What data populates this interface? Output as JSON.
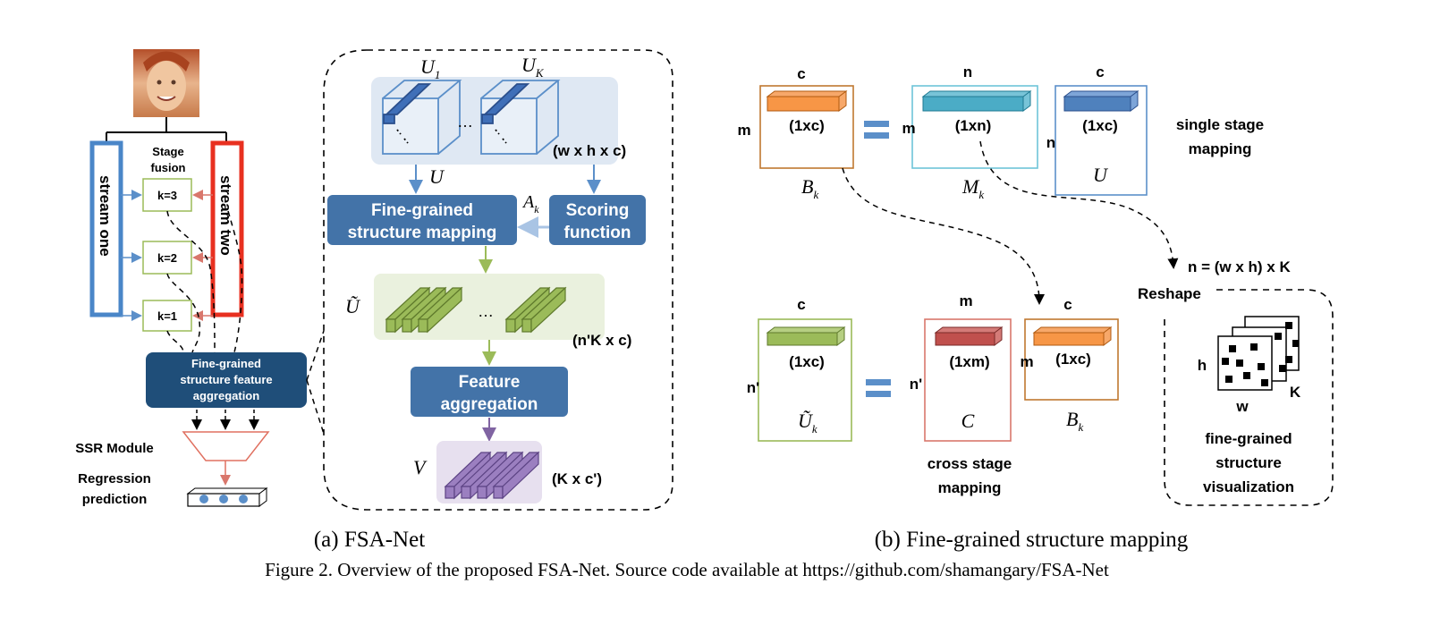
{
  "panel_a": {
    "caption": "(a) FSA-Net",
    "stage_fusion_1": "Stage",
    "stage_fusion_2": "fusion",
    "stream_one": "stream one",
    "stream_two": "stream two",
    "k3": "k=3",
    "k2": "k=2",
    "k1": "k=1",
    "agg_1": "Fine-grained",
    "agg_2": "structure feature",
    "agg_3": "aggregation",
    "ssr_module": "SSR Module",
    "regression_1": "Regression",
    "regression_2": "prediction",
    "u1_label": "U",
    "u1_sub": "1",
    "uk_label": "U",
    "uk_sub": "K",
    "whc": "(w x h x c)",
    "u_label": "U",
    "ak_label": "A",
    "ak_sub": "k",
    "fg_map_1": "Fine-grained",
    "fg_map_2": "structure mapping",
    "score_1": "Scoring",
    "score_2": "function",
    "utilde_label": "Ũ",
    "nk_c": "(n'K x c)",
    "feat_agg_1": "Feature",
    "feat_agg_2": "aggregation",
    "v_label": "V",
    "k_c": "(K x c')",
    "ellipsis": "…"
  },
  "panel_b": {
    "caption": "(b) Fine-grained structure mapping",
    "c": "c",
    "n": "n",
    "m": "m",
    "n_prime": "n'",
    "one_c": "(1xc)",
    "one_n": "(1xn)",
    "one_m": "(1xm)",
    "bk": "B",
    "mk": "M",
    "k_sub": "k",
    "u": "U",
    "c_matrix": "C",
    "utilde_k": "Ũ",
    "single_1": "single stage",
    "single_2": "mapping",
    "cross_1": "cross stage",
    "cross_2": "mapping",
    "n_formula": "n = (w x h) x K",
    "reshape": "Reshape",
    "h": "h",
    "w": "w",
    "K": "K",
    "vis_1": "fine-grained",
    "vis_2": "structure",
    "vis_3": "visualization"
  },
  "figure_caption": "Figure 2.  Overview of the proposed FSA-Net. Source code available at https://github.com/shamangary/FSA-Net",
  "colors": {
    "stream_one": "#4a86c8",
    "stream_two": "#e83020",
    "box_blue": "#4373a8",
    "dark_navy": "#1f4e79",
    "green_box": "#9bbb59",
    "orange": "#f79646",
    "teal": "#4bacc6",
    "red_bar": "#c0504d",
    "purple": "#8064a2"
  }
}
